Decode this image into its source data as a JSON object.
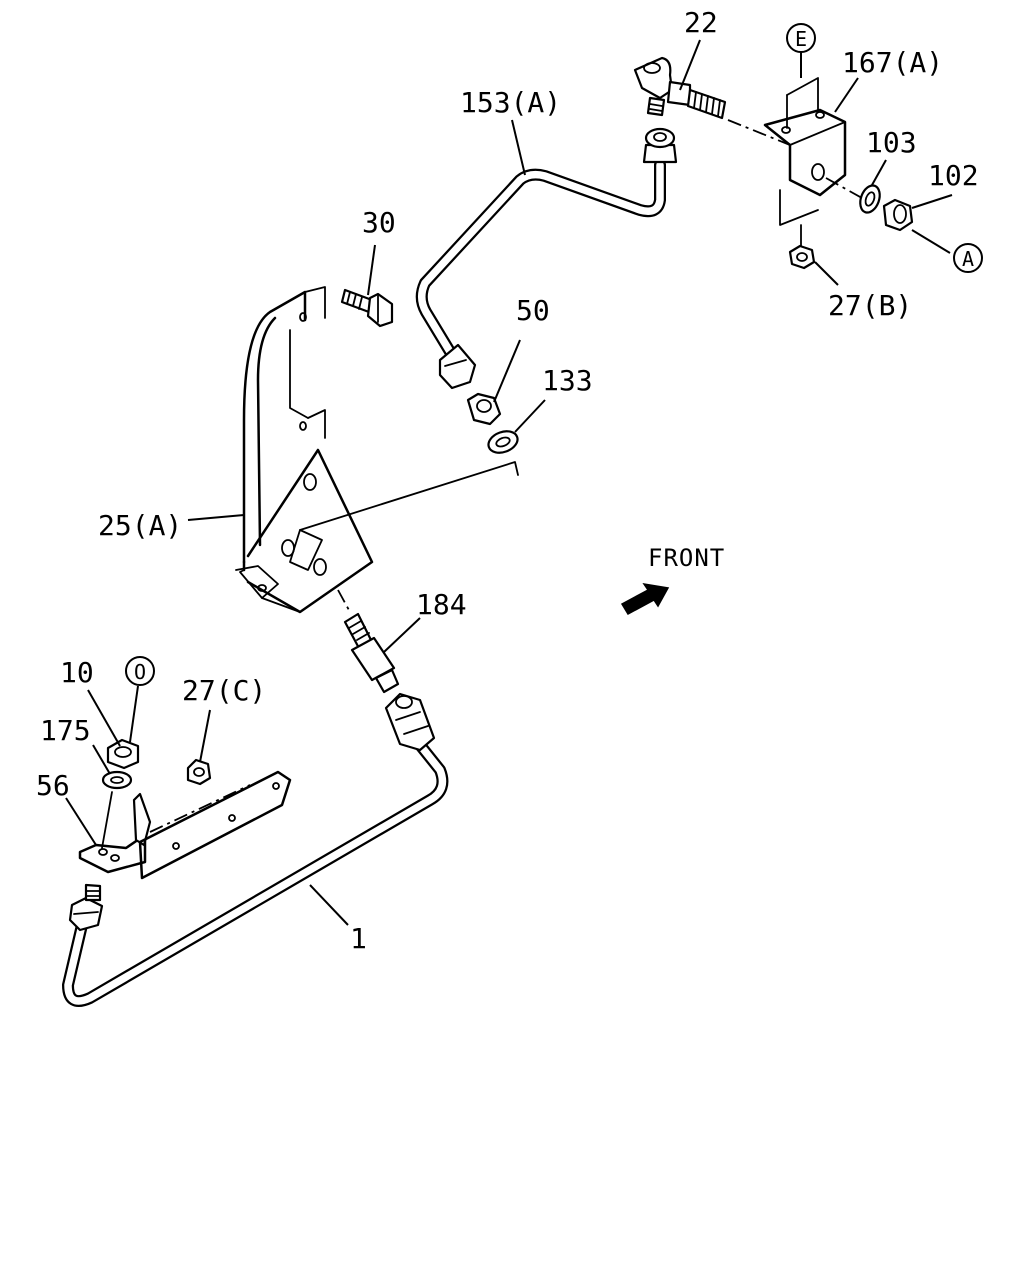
{
  "diagram": {
    "front_label": "FRONT",
    "callouts": [
      {
        "id": "c22",
        "text": "22"
      },
      {
        "id": "c167a",
        "text": "167(A)"
      },
      {
        "id": "c153a",
        "text": "153(A)"
      },
      {
        "id": "c103",
        "text": "103"
      },
      {
        "id": "c102",
        "text": "102"
      },
      {
        "id": "c27b",
        "text": "27(B)"
      },
      {
        "id": "c30",
        "text": "30"
      },
      {
        "id": "c50",
        "text": "50"
      },
      {
        "id": "c133",
        "text": "133"
      },
      {
        "id": "c25a",
        "text": "25(A)"
      },
      {
        "id": "c184",
        "text": "184"
      },
      {
        "id": "c10",
        "text": "10"
      },
      {
        "id": "c27c",
        "text": "27(C)"
      },
      {
        "id": "c175",
        "text": "175"
      },
      {
        "id": "c56",
        "text": "56"
      },
      {
        "id": "c1",
        "text": "1"
      }
    ],
    "markers": [
      {
        "id": "mE",
        "text": "E"
      },
      {
        "id": "mA",
        "text": "A"
      },
      {
        "id": "mO",
        "text": "O"
      }
    ]
  }
}
